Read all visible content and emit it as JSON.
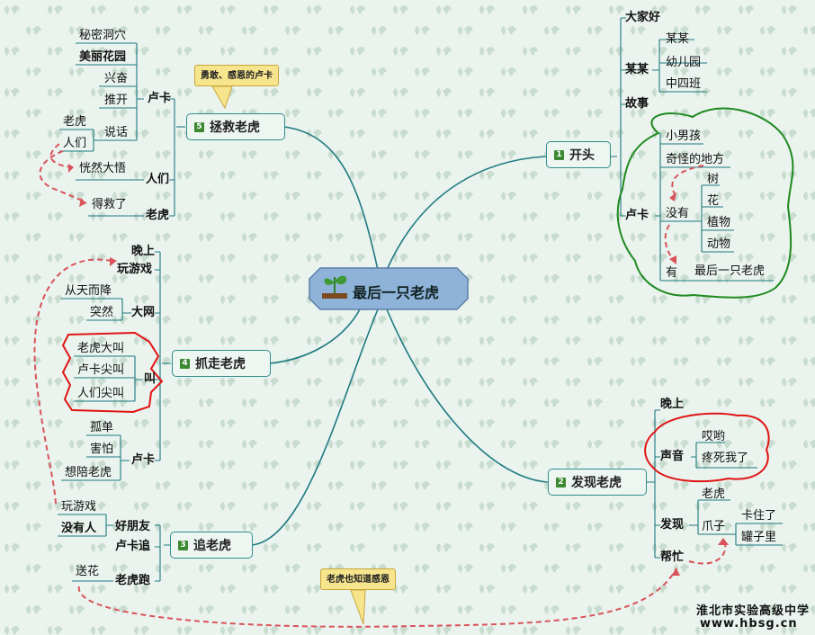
{
  "center": {
    "title": "最后一只老虎"
  },
  "branches": {
    "b1": {
      "num": "1",
      "label": "开头",
      "l1": "大家好",
      "l2": "某某",
      "l3": "故事",
      "l4": "卢卡",
      "mm1": "某某",
      "mm2": "幼儿园",
      "mm3": "中四班",
      "k1": "小男孩",
      "k2": "奇怪的地方",
      "k3": "没有",
      "k4": "有",
      "n1": "树",
      "n2": "花",
      "n3": "植物",
      "n4": "动物",
      "n5": "最后一只老虎"
    },
    "b2": {
      "num": "2",
      "label": "发现老虎",
      "l1": "晚上",
      "l2": "声音",
      "l3": "发现",
      "l4": "帮忙",
      "s1": "哎哟",
      "s2": "疼死我了",
      "f1": "老虎",
      "f2": "爪子",
      "f3": "卡住了",
      "f4": "罐子里"
    },
    "b3": {
      "num": "3",
      "label": "追老虎",
      "l1": "好朋友",
      "l2": "卢卡追",
      "l3": "老虎跑",
      "f1": "玩游戏",
      "f2": "没有人",
      "r1": "送花"
    },
    "b4": {
      "num": "4",
      "label": "抓走老虎",
      "l1": "晚上",
      "l2": "玩游戏",
      "l3": "大网",
      "l4": "叫",
      "l5": "卢卡",
      "d1": "从天而降",
      "d2": "突然",
      "c1": "老虎大叫",
      "c2": "卢卡尖叫",
      "c3": "人们尖叫",
      "u1": "孤单",
      "u2": "害怕",
      "u3": "想陪老虎"
    },
    "b5": {
      "num": "5",
      "label": "拯救老虎",
      "l1": "卢卡",
      "l2": "人们",
      "l3": "老虎",
      "k1": "秘密洞穴",
      "k2": "美丽花园",
      "k3": "兴奋",
      "k4": "推开",
      "k5": "说话",
      "p1": "老虎",
      "p2": "人们",
      "p3": "恍然大悟",
      "t1": "得救了"
    }
  },
  "callouts": {
    "c1": "勇敢、感恩的卢卡",
    "c2": "老虎也知道感恩"
  },
  "watermark": {
    "line1": "淮北市实验高级中学",
    "line2": "www.hbsg.cn"
  },
  "colors": {
    "branch": "#1e7a80",
    "relation": "#d9535a",
    "highlight_red": "#e01414",
    "highlight_green": "#1f8a1f",
    "center_fill": "#8eb2d8"
  }
}
